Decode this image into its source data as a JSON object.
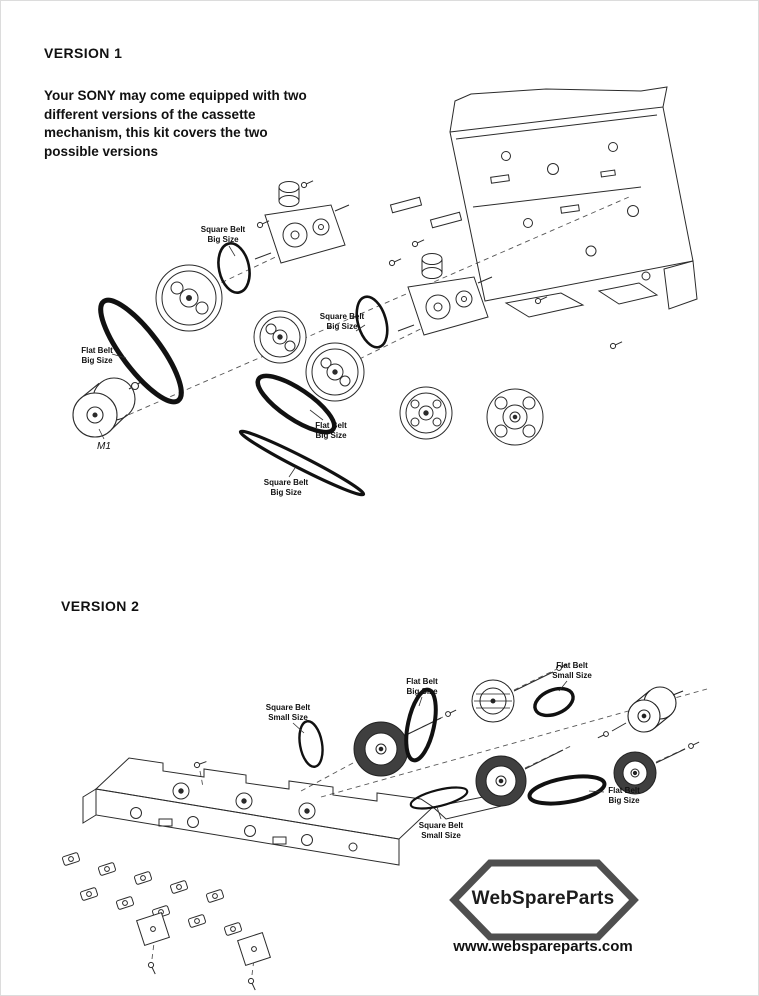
{
  "version1": {
    "title": "VERSION 1",
    "description": "Your SONY may come equipped with two different versions of the cassette mechanism, this kit covers the two possible versions",
    "motor_label": "M1",
    "labels": [
      {
        "line1": "Square Belt",
        "line2": "Big Size"
      },
      {
        "line1": "Flat Belt",
        "line2": "Big Size"
      },
      {
        "line1": "Square Belt",
        "line2": "Big Size"
      },
      {
        "line1": "Flat Belt",
        "line2": "Big Size"
      },
      {
        "line1": "Square Belt",
        "line2": "Big Size"
      }
    ]
  },
  "version2": {
    "title": "VERSION 2",
    "labels": [
      {
        "line1": "Square Belt",
        "line2": "Small Size"
      },
      {
        "line1": "Flat Belt",
        "line2": "Big Size"
      },
      {
        "line1": "Flat Belt",
        "line2": "Small Size"
      },
      {
        "line1": "Flat Belt",
        "line2": "Big Size"
      },
      {
        "line1": "Square Belt",
        "line2": "Small Size"
      }
    ]
  },
  "branding": {
    "logo_text": "WebSpareParts",
    "website": "www.webspareparts.com"
  },
  "colors": {
    "line": "#2b2b2b",
    "belt": "#111111",
    "logo_outline": "#4f4f4f",
    "background": "#ffffff"
  }
}
